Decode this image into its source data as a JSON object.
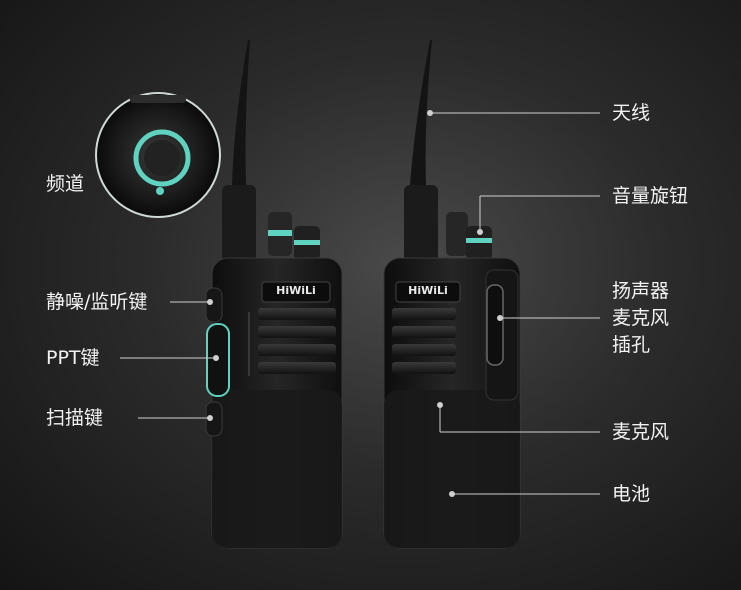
{
  "labels": {
    "channel": "频道",
    "squelch": "静噪/监听键",
    "ptt": "PPT键",
    "scan": "扫描键",
    "antenna": "天线",
    "volume_knob": "音量旋钮",
    "speaker_jack": [
      "扬声器",
      "麦克风",
      "插孔"
    ],
    "microphone": "麦克风",
    "battery": "电池"
  },
  "brand": "HiWiLi",
  "colors": {
    "accent": "#5fd3c0",
    "text": "#f2f2f2",
    "device_body": "#1c1c1c",
    "leader_line": "#cfcfcf"
  }
}
